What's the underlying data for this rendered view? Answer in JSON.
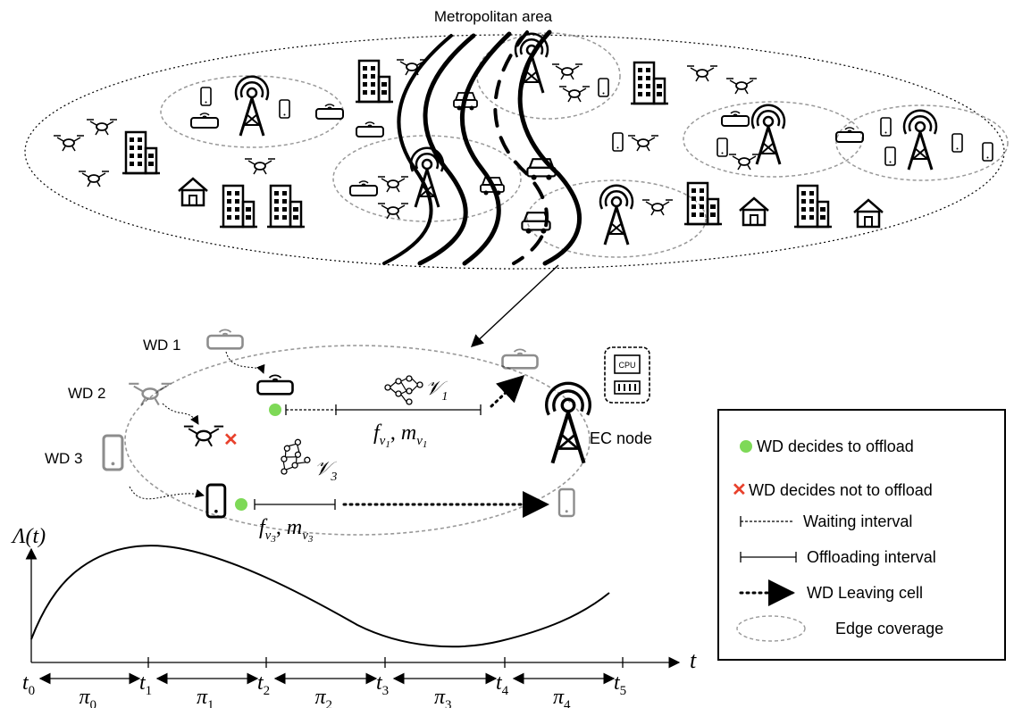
{
  "title": "Metropolitan area",
  "devices": {
    "wd1": "WD 1",
    "wd2": "WD 2",
    "wd3": "WD 3",
    "ec_node": "EC node",
    "cpu_label": "CPU"
  },
  "tasks": {
    "v1": "𝒱",
    "v1_sub": "1",
    "v3": "𝒱",
    "v3_sub": "3",
    "f_v1": "f",
    "f_v1_sub": "v",
    "f_v1_subsub": "1",
    "m_v1": "m",
    "m_v1_sub": "v",
    "m_v1_subsub": "1",
    "f_v3": "f",
    "f_v3_sub": "v",
    "f_v3_subsub": "3",
    "m_v3": "m",
    "m_v3_sub": "v",
    "m_v3_subsub": "3",
    "comma": ","
  },
  "legend": {
    "offload": "WD decides to offload",
    "not_offload": "WD decides not to offload",
    "waiting": "Waiting interval",
    "offloading": "Offloading interval",
    "leaving": "WD Leaving cell",
    "coverage": "Edge coverage",
    "colors": {
      "offload": "#7ed957",
      "not_offload": "#e8412c",
      "coverage": "#999999"
    }
  },
  "chart": {
    "y_label": "Λ(t)",
    "x_label": "t",
    "t_ticks": [
      {
        "t": "t",
        "s": "0"
      },
      {
        "t": "t",
        "s": "1"
      },
      {
        "t": "t",
        "s": "2"
      },
      {
        "t": "t",
        "s": "3"
      },
      {
        "t": "t",
        "s": "4"
      },
      {
        "t": "t",
        "s": "5"
      }
    ],
    "pi_labels": [
      {
        "p": "π",
        "s": "0"
      },
      {
        "p": "π",
        "s": "1"
      },
      {
        "p": "π",
        "s": "2"
      },
      {
        "p": "π",
        "s": "3"
      },
      {
        "p": "π",
        "s": "4"
      }
    ]
  }
}
